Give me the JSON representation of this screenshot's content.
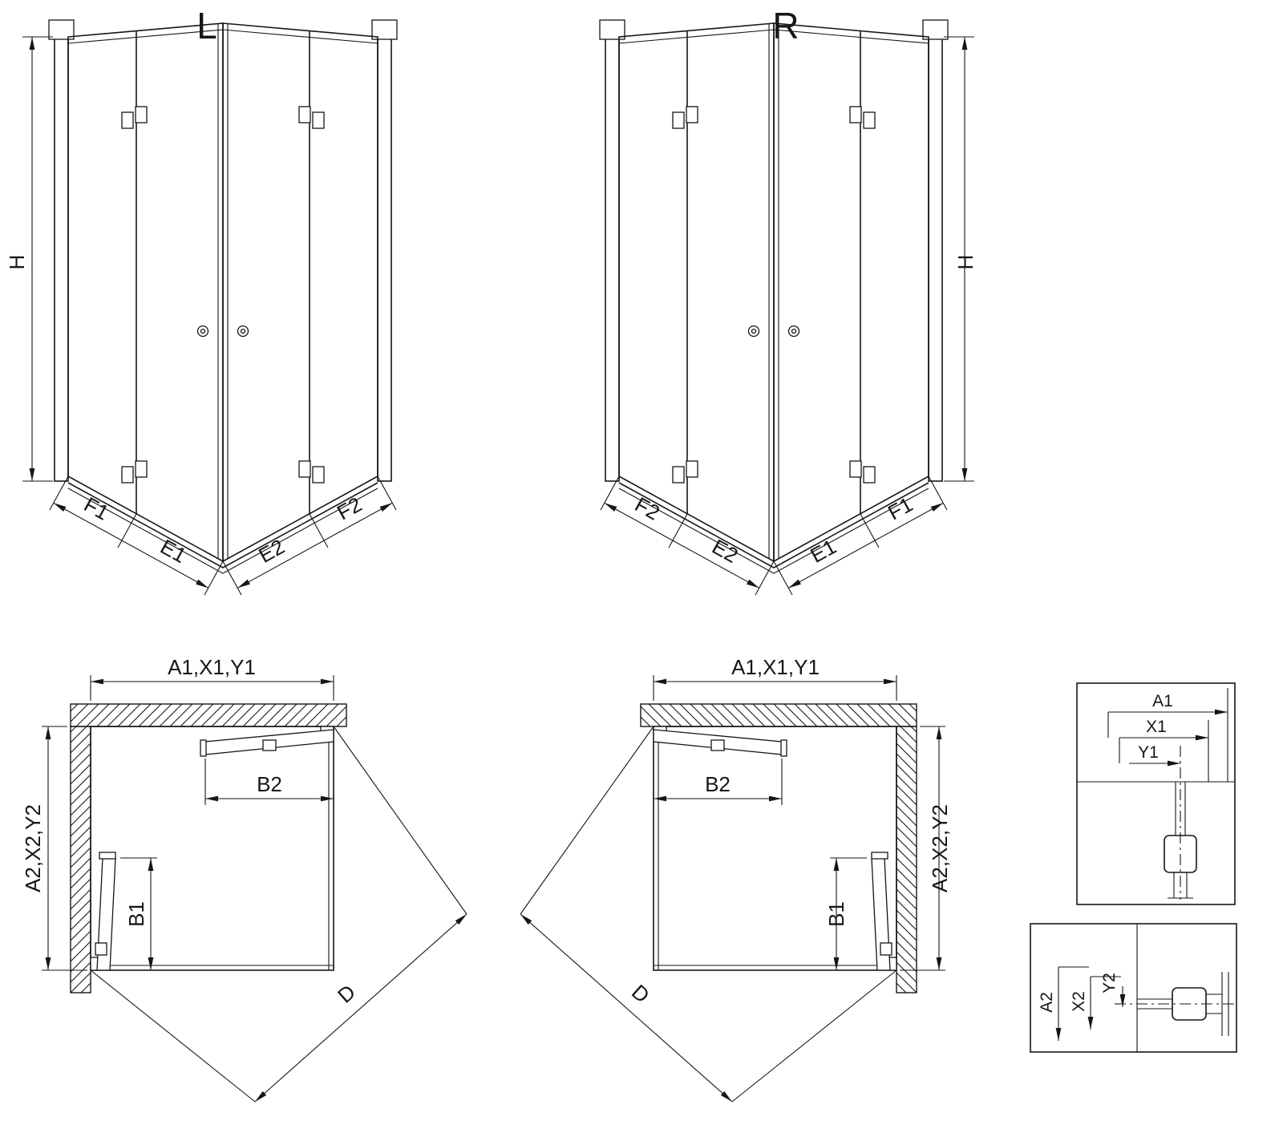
{
  "colors": {
    "background": "#ffffff",
    "line": "#161616"
  },
  "perspective_left": {
    "label": "L",
    "height_dim": "H",
    "bottom_dims": [
      "F1",
      "E1",
      "E2",
      "F2"
    ]
  },
  "perspective_right": {
    "label": "R",
    "height_dim": "H",
    "bottom_dims": [
      "F2",
      "E2",
      "E1",
      "F1"
    ]
  },
  "plan_left": {
    "width_dim": "A1,X1,Y1",
    "depth_dim": "A2,X2,Y2",
    "door_side_dim": "B1",
    "door_top_dim": "B2",
    "diagonal_dim": "D"
  },
  "plan_right": {
    "width_dim": "A1,X1,Y1",
    "depth_dim": "A2,X2,Y2",
    "door_side_dim": "B1",
    "door_top_dim": "B2",
    "diagonal_dim": "D"
  },
  "detail_horizontal": {
    "dim_a": "A1",
    "dim_x": "X1",
    "dim_y": "Y1"
  },
  "detail_vertical": {
    "dim_a": "A2",
    "dim_x": "X2",
    "dim_y": "Y2"
  }
}
